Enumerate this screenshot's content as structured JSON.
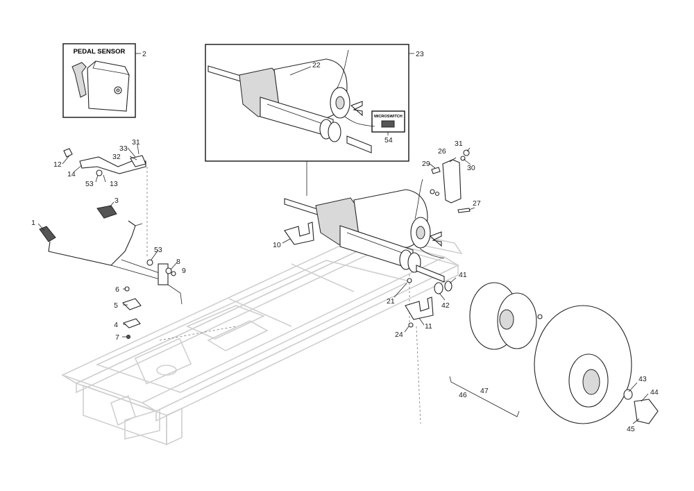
{
  "boxes": {
    "pedal_sensor_title": "PEDAL SENSOR",
    "microswitch_title": "MICROSWITCH"
  },
  "callouts": {
    "c1": "1",
    "c2": "2",
    "c3": "3",
    "c4": "4",
    "c5": "5",
    "c6": "6",
    "c7": "7",
    "c8": "8",
    "c9": "9",
    "c10": "10",
    "c11": "11",
    "c12": "12",
    "c13": "13",
    "c14": "14",
    "c21": "21",
    "c22": "22",
    "c23": "23",
    "c24": "24",
    "c26": "26",
    "c27": "27",
    "c29": "29",
    "c30": "30",
    "c31a": "31",
    "c31b": "31",
    "c32": "32",
    "c33": "33",
    "c41": "41",
    "c42": "42",
    "c43": "43",
    "c44": "44",
    "c45": "45",
    "c46": "46",
    "c47": "47",
    "c53a": "53",
    "c53b": "53",
    "c54": "54"
  }
}
